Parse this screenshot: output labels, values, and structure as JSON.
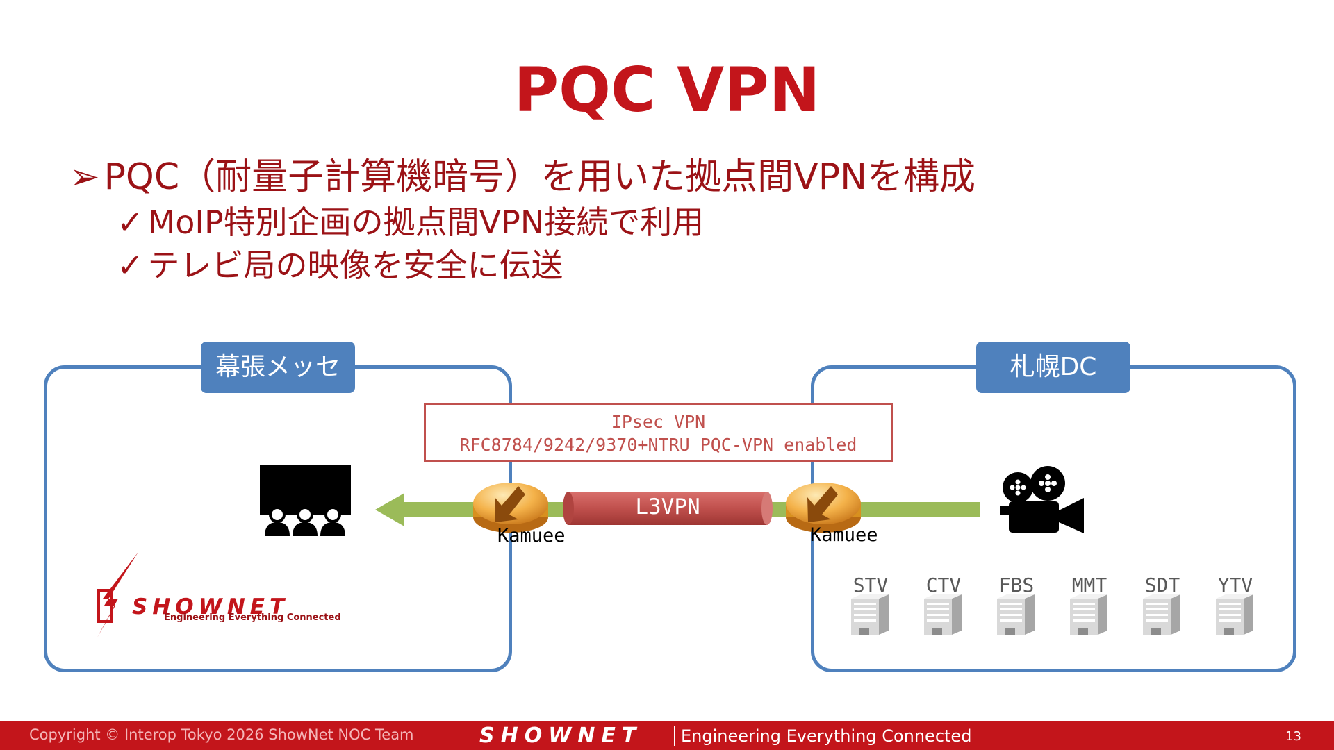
{
  "slide": {
    "title": "PQC VPN",
    "bullets": {
      "main_marker": "➢",
      "main": "PQC（耐量子計算機暗号）を用いた拠点間VPNを構成",
      "sub_marker": "✓",
      "sub": [
        "MoIP特別企画の拠点間VPN接続で利用",
        "テレビ局の映像を安全に伝送"
      ]
    }
  },
  "diagram": {
    "left_site": {
      "label": "幕張メッセ"
    },
    "right_site": {
      "label": "札幌DC"
    },
    "vpn_box": {
      "line1": "IPsec VPN",
      "line2": "RFC8784/9242/9370+NTRU PQC-VPN enabled"
    },
    "tunnel_label": "L3VPN",
    "routers": [
      {
        "label": "Kamuee"
      },
      {
        "label": "Kamuee"
      }
    ],
    "tv_stations": [
      "STV",
      "CTV",
      "FBS",
      "MMT",
      "SDT",
      "YTV"
    ],
    "colors": {
      "accent_red": "#c3151b",
      "site_blue": "#4f81bd",
      "arrow_green": "#9bbb59",
      "tunnel_red": "#c0504d",
      "router_orange": "#f0a040"
    },
    "icons": [
      "theater-audience-icon",
      "movie-camera-icon",
      "router-icon",
      "building-icon",
      "shownet-logo-icon"
    ]
  },
  "logo": {
    "brand": "SHOWNET",
    "tagline": "Engineering Everything Connected"
  },
  "footer": {
    "copyright": "Copyright © Interop Tokyo 2026 ShowNet NOC Team",
    "brand": "SHOWNET",
    "tagline": "Engineering Everything Connected",
    "page_number": "13"
  }
}
